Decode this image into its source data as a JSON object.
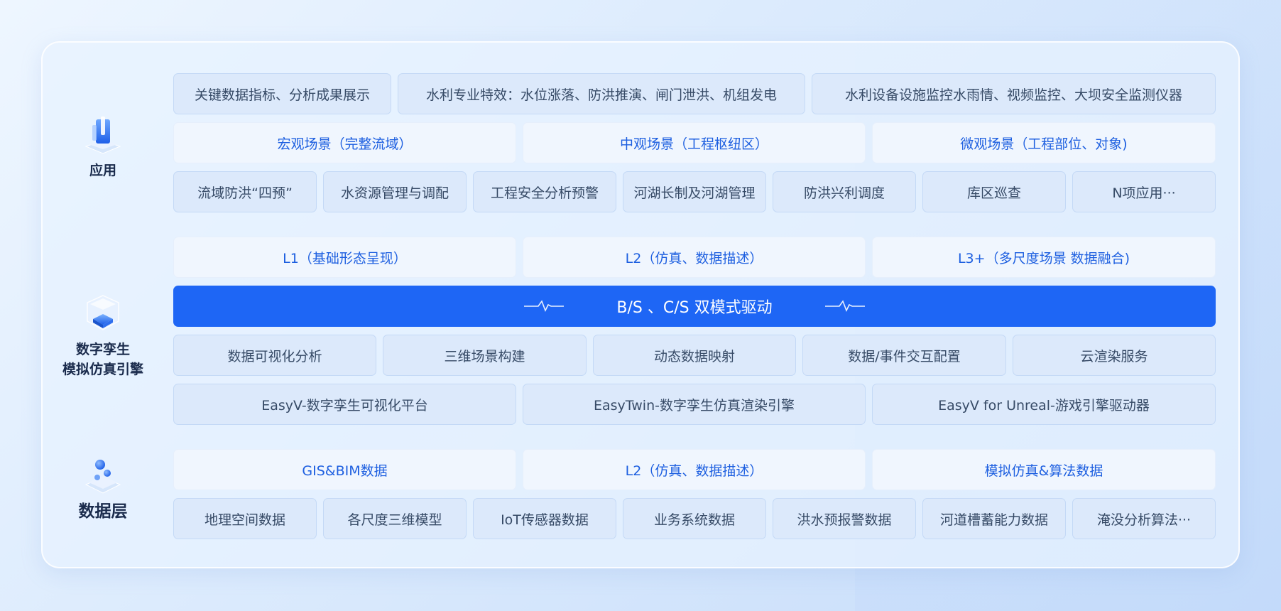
{
  "layers": {
    "app": {
      "label": "应用"
    },
    "engine": {
      "label": "数字孪生\n模拟仿真引擎"
    },
    "data": {
      "label": "数据层"
    }
  },
  "rows": {
    "app_top": [
      "关键数据指标、分析成果展示",
      "水利专业特效：水位涨落、防洪推演、闸门泄洪、机组发电",
      "水利设备设施监控水雨情、视频监控、大坝安全监测仪器"
    ],
    "app_scenes": [
      "宏观场景（完整流域）",
      "中观场景（工程枢纽区）",
      "微观场景（工程部位、对象)"
    ],
    "app_items": [
      "流域防洪“四预”",
      "水资源管理与调配",
      "工程安全分析预警",
      "河湖长制及河湖管理",
      "防洪兴利调度",
      "库区巡查",
      "N项应用···"
    ],
    "engine_levels": [
      "L1（基础形态呈现）",
      "L2（仿真、数据描述）",
      "L3+（多尺度场景 数据融合)"
    ],
    "engine_banner": "B/S 、C/S 双模式驱动",
    "engine_funcs": [
      "数据可视化分析",
      "三维场景构建",
      "动态数据映射",
      "数据/事件交互配置",
      "云渲染服务"
    ],
    "engine_platforms": [
      "EasyV-数字孪生可视化平台",
      "EasyTwin-数字孪生仿真渲染引擎",
      "EasyV for Unreal-游戏引擎驱动器"
    ],
    "data_types": [
      "GIS&BIM数据",
      "L2（仿真、数据描述）",
      "模拟仿真&算法数据"
    ],
    "data_items": [
      "地理空间数据",
      "各尺度三维模型",
      "IoT传感器数据",
      "业务系统数据",
      "洪水预报警数据",
      "河道槽蓄能力数据",
      "淹没分析算法···"
    ]
  },
  "colors": {
    "accent": "#1e66f5",
    "head_text": "#1d5fe0",
    "plain_text": "#364a66",
    "label_text": "#1a2b4c"
  },
  "icons": [
    "app-cube-icon",
    "engine-box-icon",
    "data-spheres-icon"
  ]
}
